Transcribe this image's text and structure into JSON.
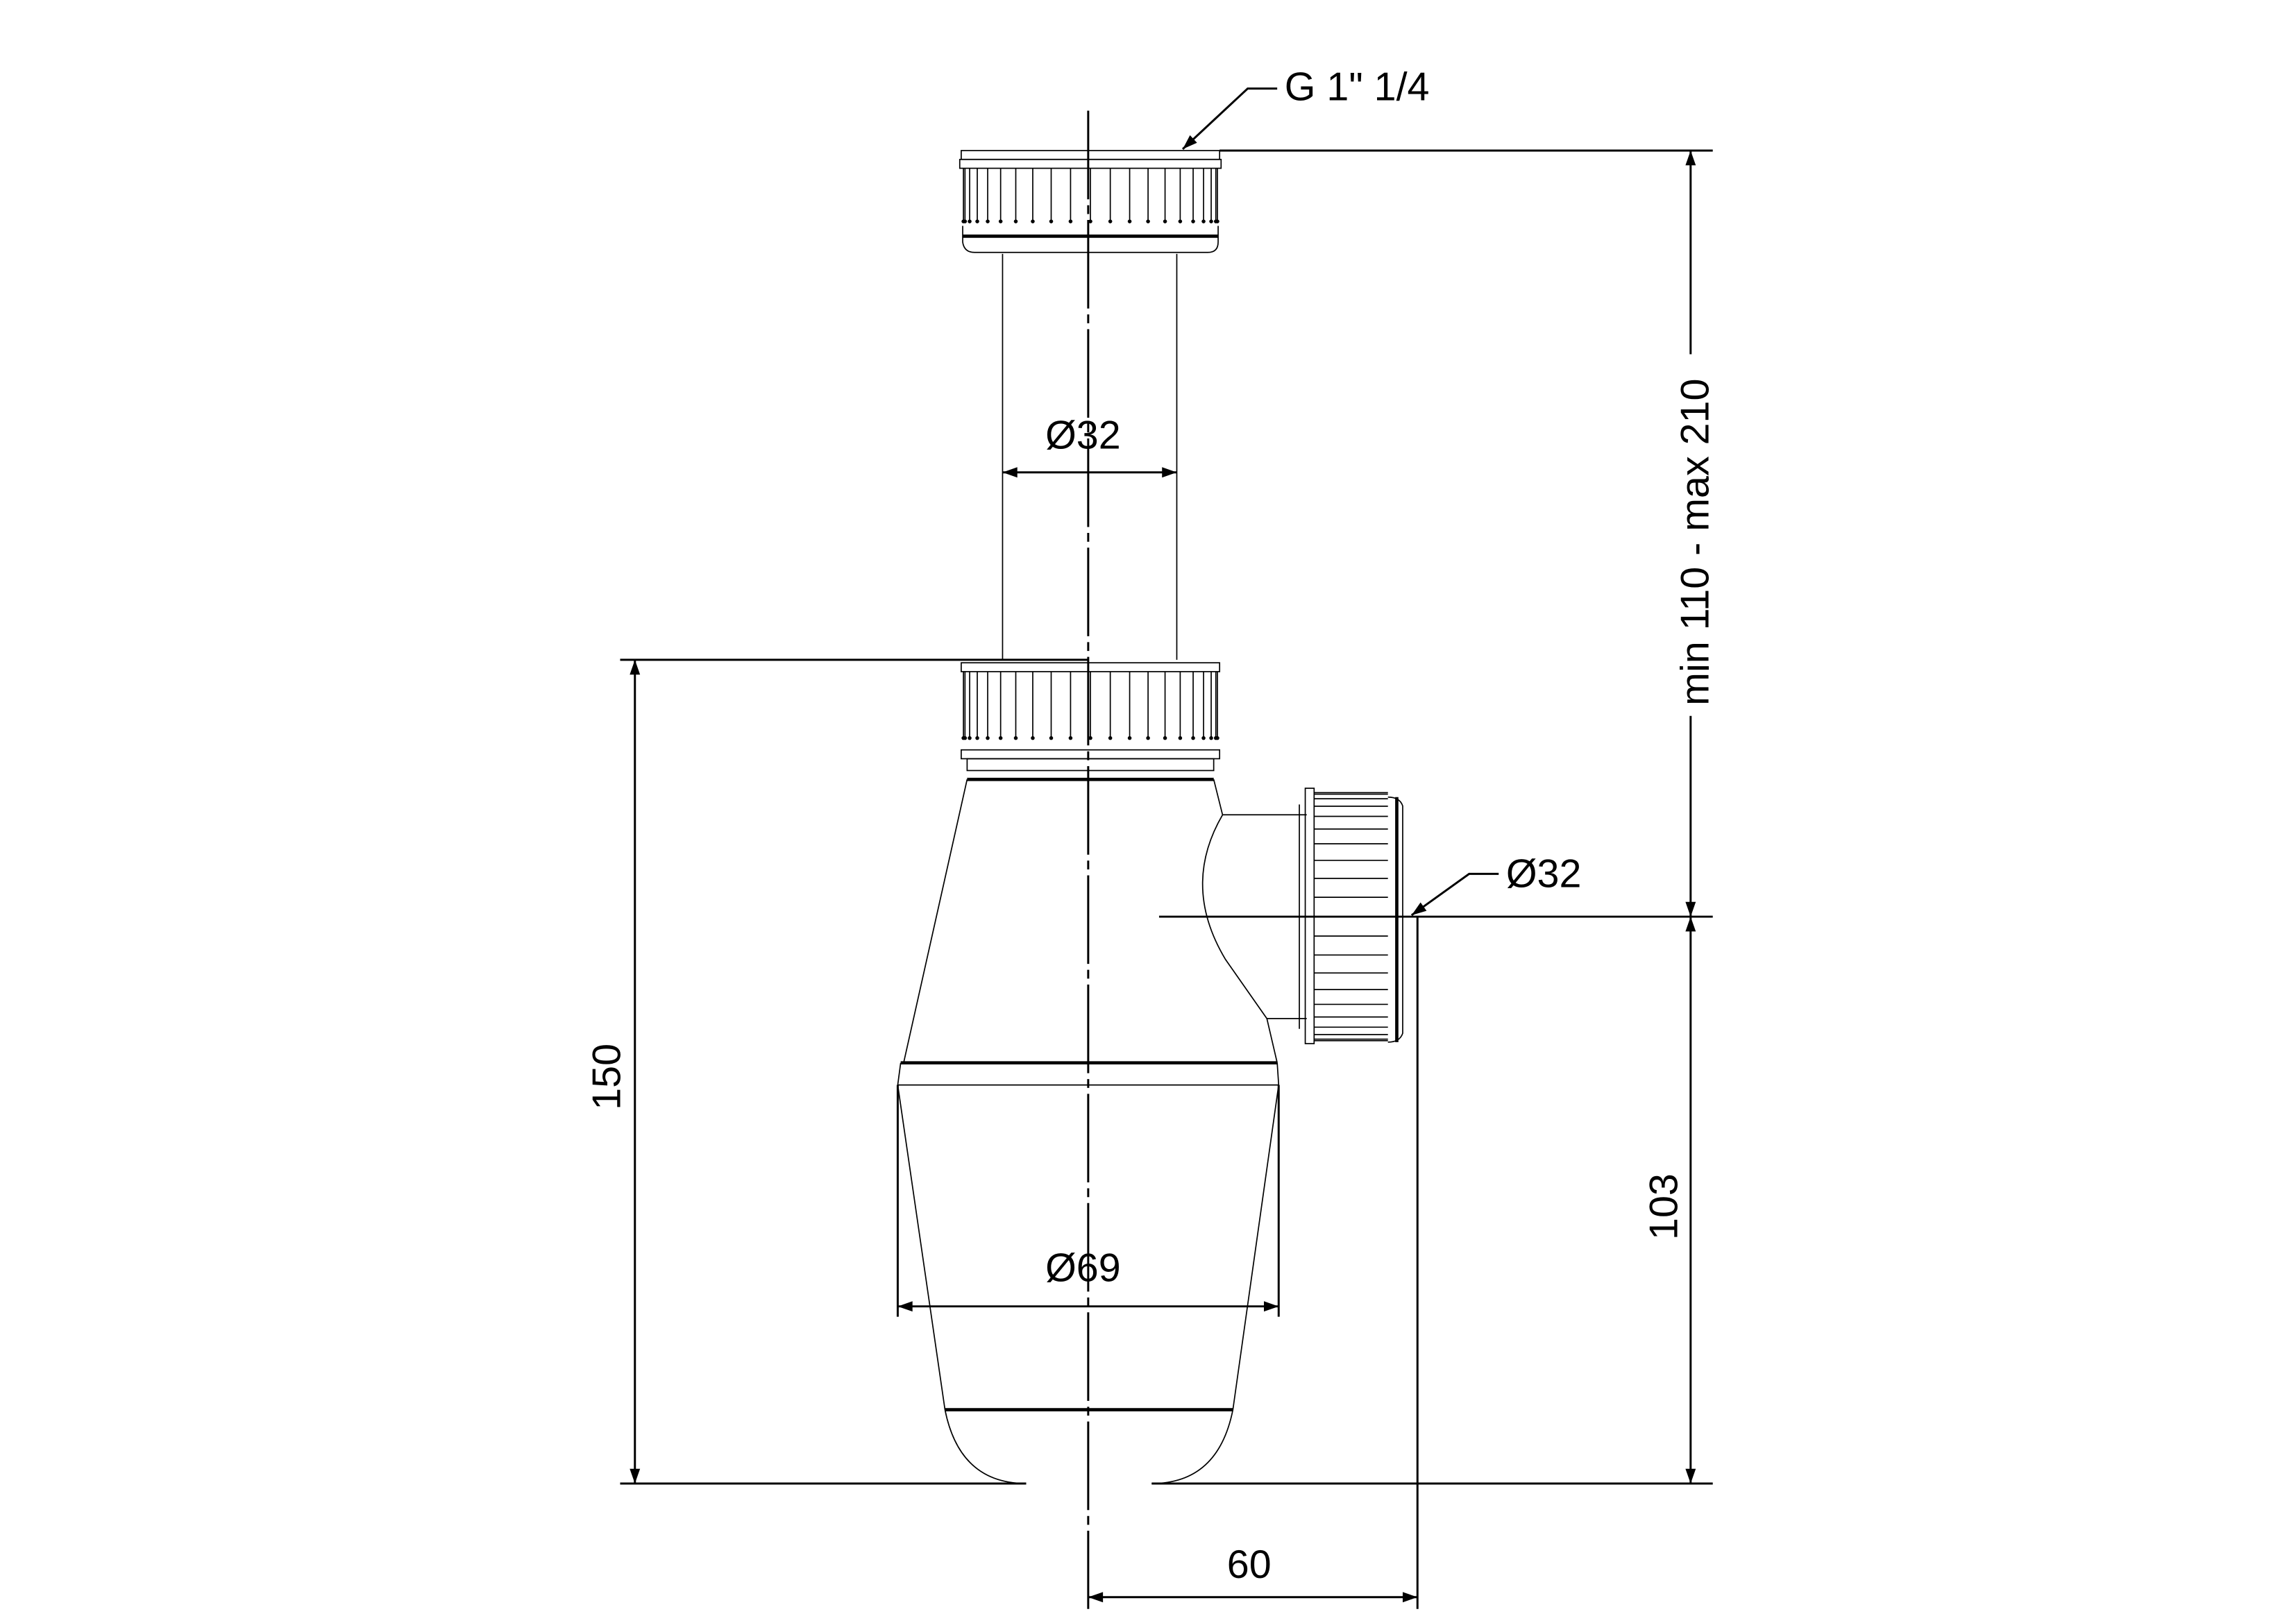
{
  "drawing": {
    "title": "Bottle trap dimensional drawing",
    "line_color": "#000000",
    "background": "#ffffff"
  },
  "labels": {
    "thread": "G 1\" 1/4",
    "tube_diameter": "Ø32",
    "outlet_diameter": "Ø32",
    "body_diameter": "Ø69",
    "height_total": "150",
    "height_adjustable": "min 110 - max 210",
    "outlet_height": "103",
    "outlet_offset": "60"
  }
}
